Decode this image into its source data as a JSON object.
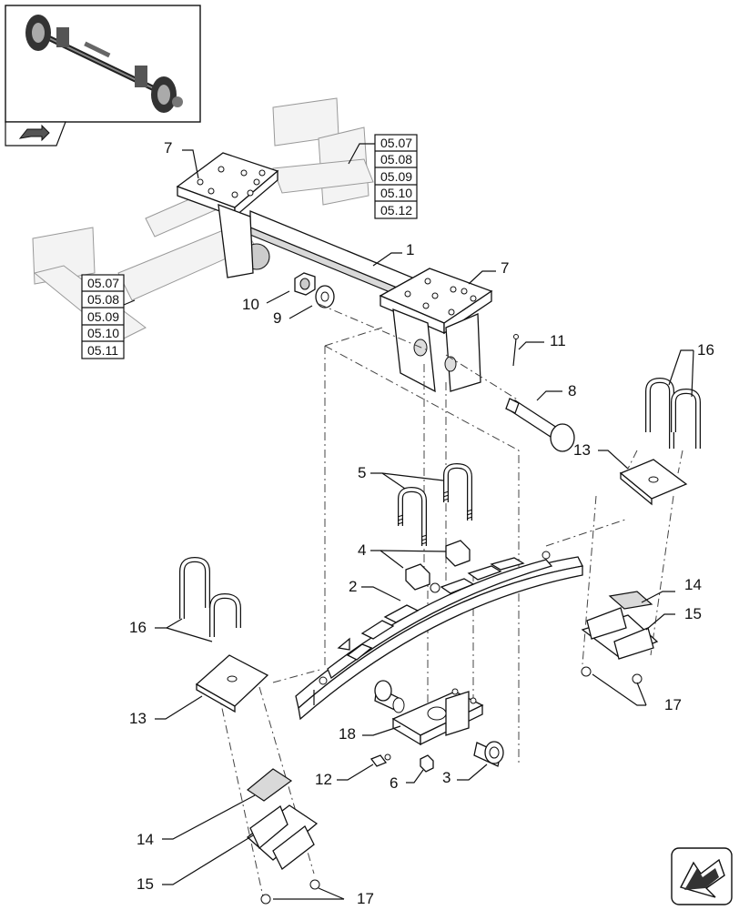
{
  "reference_boxes": {
    "right": [
      "05.07",
      "05.08",
      "05.09",
      "05.10",
      "05.12"
    ],
    "left": [
      "05.07",
      "05.08",
      "05.09",
      "05.10",
      "05.11"
    ]
  },
  "callouts": {
    "c1": "1",
    "c2": "2",
    "c3": "3",
    "c4": "4",
    "c5": "5",
    "c6": "6",
    "c7a": "7",
    "c7b": "7",
    "c8": "8",
    "c9": "9",
    "c10": "10",
    "c11": "11",
    "c12": "12",
    "c13a": "13",
    "c13b": "13",
    "c14a": "14",
    "c14b": "14",
    "c15a": "15",
    "c15b": "15",
    "c16a": "16",
    "c16b": "16",
    "c17a": "17",
    "c17b": "17",
    "c18": "18"
  },
  "icons": {
    "thumbnail": "axle-assembly-thumbnail",
    "nav_left": "previous-page-arrow-icon",
    "nav_right": "next-page-arrow-icon"
  }
}
